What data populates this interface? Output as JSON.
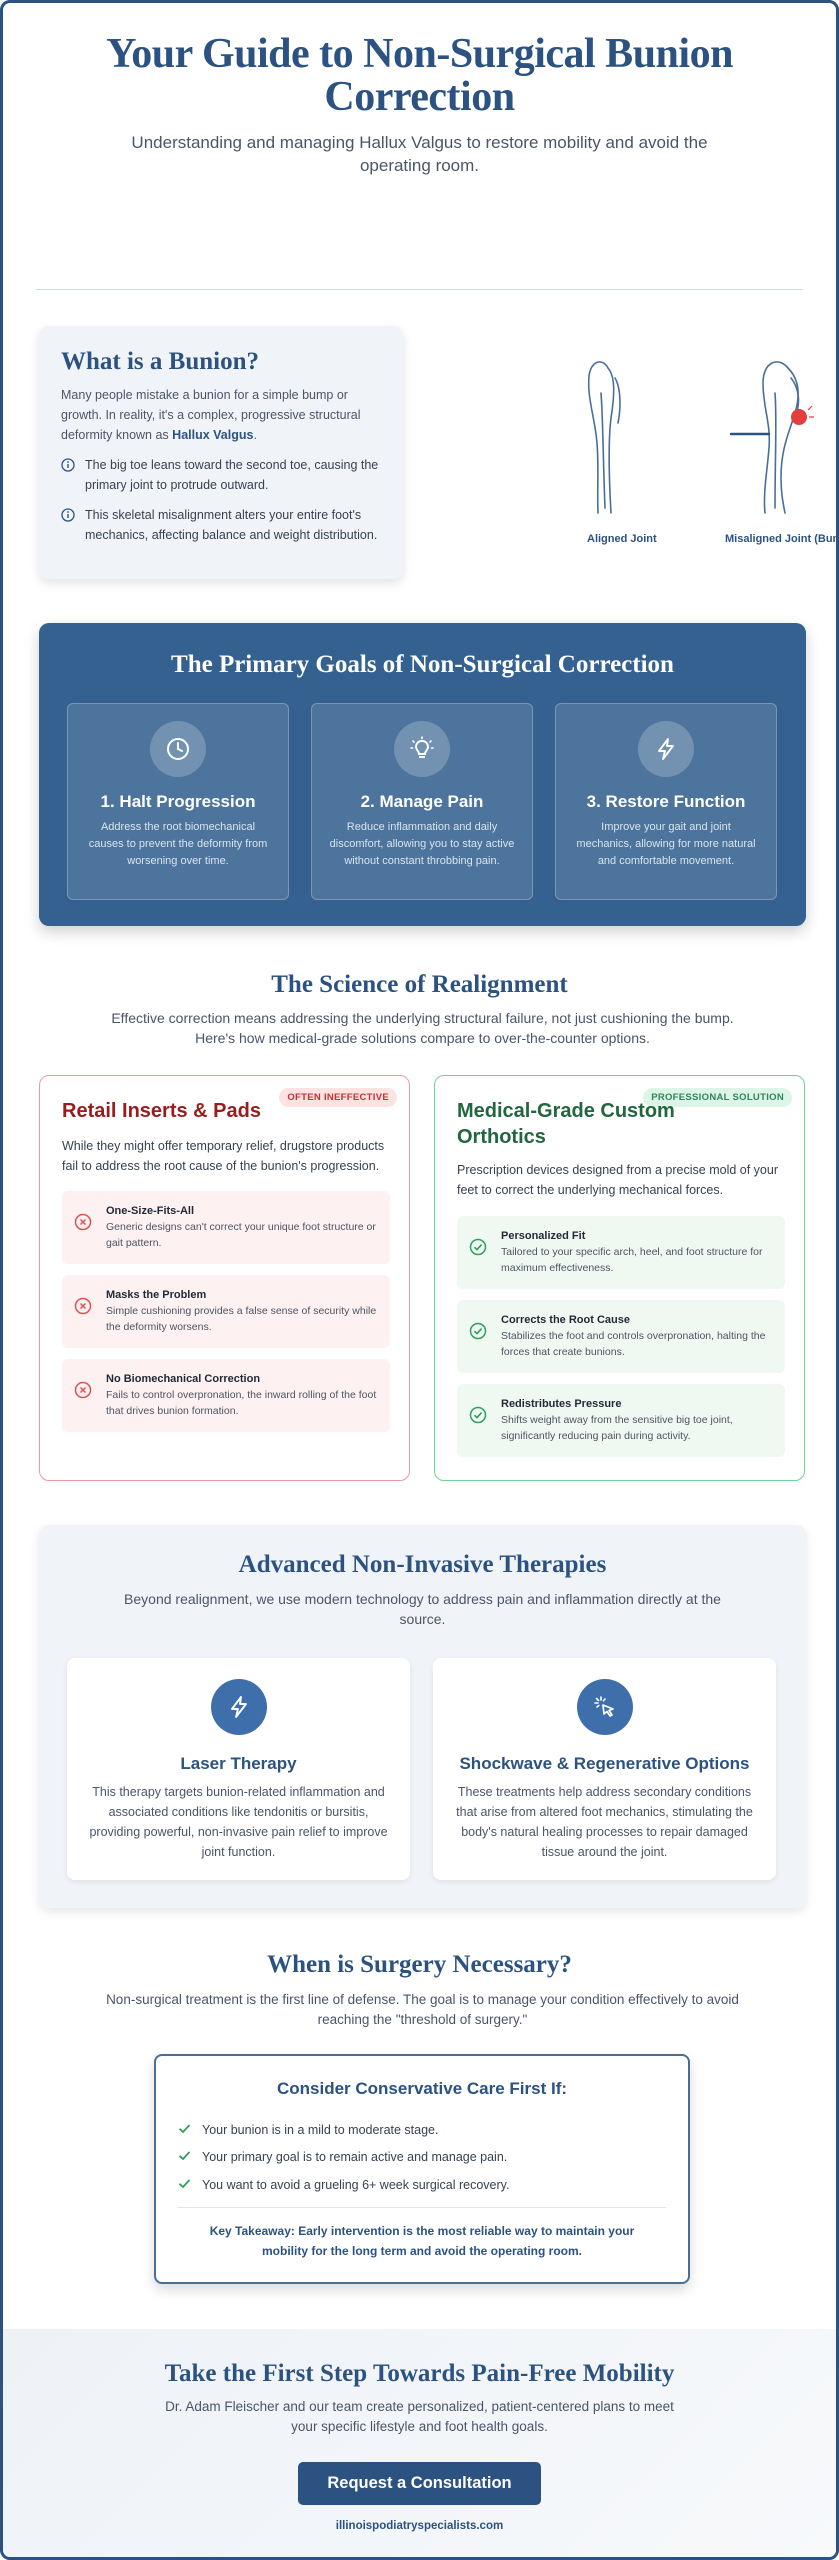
{
  "header": {
    "title": "Your Guide to Non-Surgical Bunion Correction",
    "subtitle": "Understanding and managing Hallux Valgus to restore mobility and avoid the operating room."
  },
  "bunion": {
    "title": "What is a Bunion?",
    "intro_prefix": "Many people mistake a bunion for a simple bump or growth. In reality, it's a complex, progressive structural deformity known as ",
    "intro_bold": "Hallux Valgus",
    "intro_suffix": ".",
    "points": [
      "The big toe leans toward the second toe, causing the primary joint to protrude outward.",
      "This skeletal misalignment alters your entire foot's mechanics, affecting balance and weight distribution."
    ],
    "diagram_labels": {
      "aligned": "Aligned Joint",
      "misaligned": "Misaligned Joint (Bunion)"
    }
  },
  "goals": {
    "title": "The Primary Goals of Non-Surgical Correction",
    "items": [
      {
        "icon": "clock-icon",
        "title": "1. Halt Progression",
        "text": "Address the root biomechanical causes to prevent the deformity from worsening over time."
      },
      {
        "icon": "lightbulb-icon",
        "title": "2. Manage Pain",
        "text": "Reduce inflammation and daily discomfort, allowing you to stay active without constant throbbing pain."
      },
      {
        "icon": "bolt-icon",
        "title": "3. Restore Function",
        "text": "Improve your gait and joint mechanics, allowing for more natural and comfortable movement."
      }
    ]
  },
  "science": {
    "title": "The Science of Realignment",
    "subtitle": "Effective correction means addressing the underlying structural failure, not just cushioning the bump. Here's how medical-grade solutions compare to over-the-counter options.",
    "retail": {
      "tag": "OFTEN INEFFECTIVE",
      "title": "Retail Inserts & Pads",
      "desc": "While they might offer temporary relief, drugstore products fail to address the root cause of the bunion's progression.",
      "items": [
        {
          "title": "One-Size-Fits-All",
          "text": "Generic designs can't correct your unique foot structure or gait pattern."
        },
        {
          "title": "Masks the Problem",
          "text": "Simple cushioning provides a false sense of security while the deformity worsens."
        },
        {
          "title": "No Biomechanical Correction",
          "text": "Fails to control overpronation, the inward rolling of the foot that drives bunion formation."
        }
      ]
    },
    "medical": {
      "tag": "PROFESSIONAL SOLUTION",
      "title": "Medical-Grade Custom Orthotics",
      "desc": "Prescription devices designed from a precise mold of your feet to correct the underlying mechanical forces.",
      "items": [
        {
          "title": "Personalized Fit",
          "text": "Tailored to your specific arch, heel, and foot structure for maximum effectiveness."
        },
        {
          "title": "Corrects the Root Cause",
          "text": "Stabilizes the foot and controls overpronation, halting the forces that create bunions."
        },
        {
          "title": "Redistributes Pressure",
          "text": "Shifts weight away from the sensitive big toe joint, significantly reducing pain during activity."
        }
      ]
    }
  },
  "therapies": {
    "title": "Advanced Non-Invasive Therapies",
    "subtitle": "Beyond realignment, we use modern technology to address pain and inflammation directly at the source.",
    "items": [
      {
        "icon": "bolt-icon",
        "title": "Laser Therapy",
        "text": "This therapy targets bunion-related inflammation and associated conditions like tendonitis or bursitis, providing powerful, non-invasive pain relief to improve joint function."
      },
      {
        "icon": "cursor-click-icon",
        "title": "Shockwave & Regenerative Options",
        "text": "These treatments help address secondary conditions that arise from altered foot mechanics, stimulating the body's natural healing processes to repair damaged tissue around the joint."
      }
    ]
  },
  "surgery": {
    "title": "When is Surgery Necessary?",
    "subtitle": "Non-surgical treatment is the first line of defense. The goal is to manage your condition effectively to avoid reaching the \"threshold of surgery.\"",
    "box_title": "Consider Conservative Care First If:",
    "items": [
      "Your bunion is in a mild to moderate stage.",
      "Your primary goal is to remain active and manage pain.",
      "You want to avoid a grueling 6+ week surgical recovery."
    ],
    "takeaway": "Key Takeaway: Early intervention is the most reliable way to maintain your mobility for the long term and avoid the operating room."
  },
  "cta": {
    "title": "Take the First Step Towards Pain-Free Mobility",
    "text": "Dr. Adam Fleischer and our team create personalized, patient-centered plans to meet your specific lifestyle and foot health goals.",
    "button": "Request a Consultation",
    "website": "illinoispodiatryspecialists.com"
  },
  "colors": {
    "primary": "#2c5282",
    "goals_bg": "#34618f",
    "danger": "#c53030",
    "success": "#2f855a",
    "panel_bg": "#f0f4f8"
  }
}
